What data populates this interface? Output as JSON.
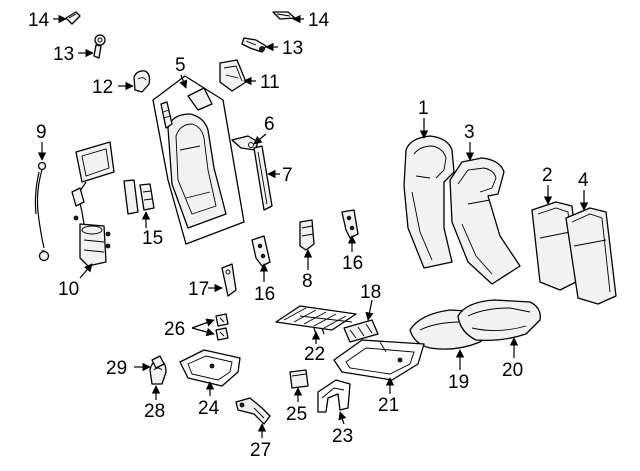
{
  "callouts": {
    "c1": "1",
    "c2": "2",
    "c3": "3",
    "c4": "4",
    "c5": "5",
    "c6": "6",
    "c7": "7",
    "c8": "8",
    "c9": "9",
    "c10": "10",
    "c11": "11",
    "c12": "12",
    "c13a": "13",
    "c13b": "13",
    "c14a": "14",
    "c14b": "14",
    "c15": "15",
    "c16a": "16",
    "c16b": "16",
    "c17": "17",
    "c18": "18",
    "c19": "19",
    "c20": "20",
    "c21": "21",
    "c22": "22",
    "c23": "23",
    "c24": "24",
    "c25": "25",
    "c26": "26",
    "c27": "27",
    "c28": "28",
    "c29": "29"
  },
  "colors": {
    "line": "#000000",
    "background": "#ffffff",
    "part_fill": "#f2f2f2"
  }
}
